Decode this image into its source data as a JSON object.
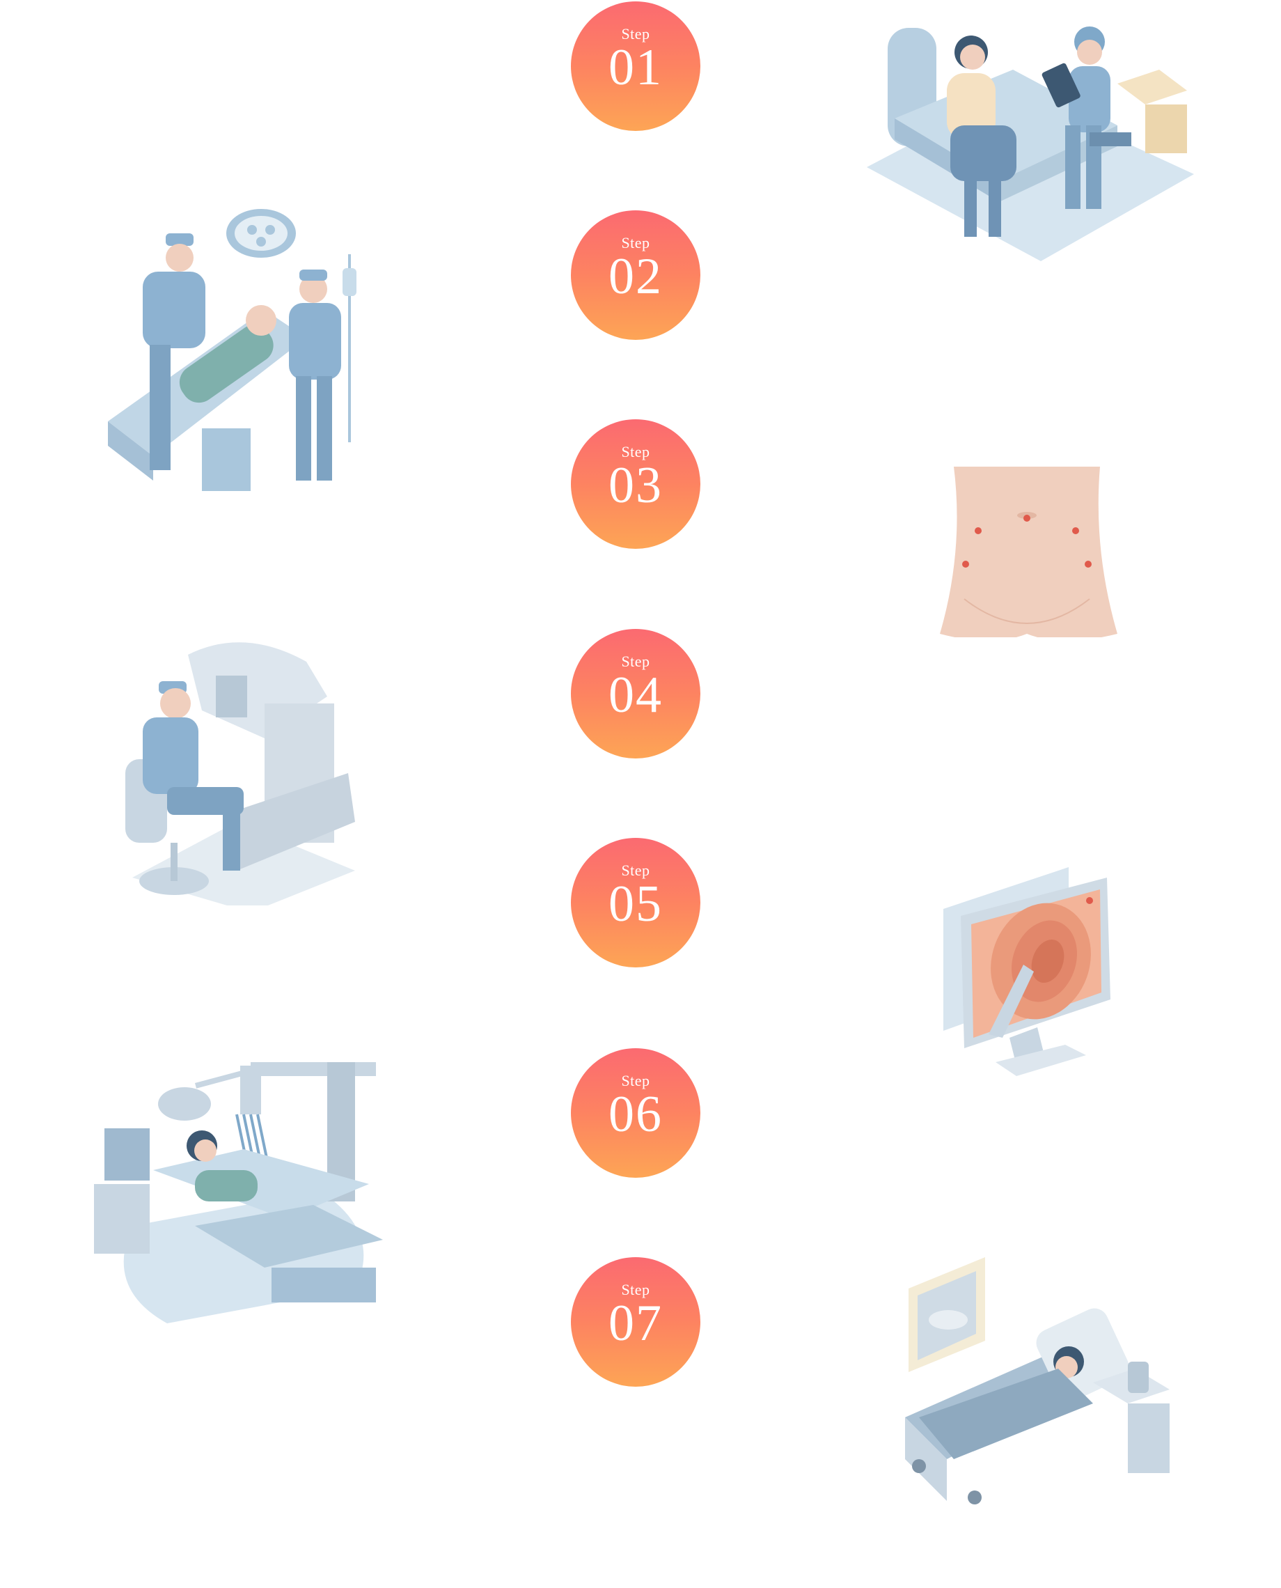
{
  "steps": [
    {
      "label": "Step",
      "number": "01"
    },
    {
      "label": "Step",
      "number": "02"
    },
    {
      "label": "Step",
      "number": "03"
    },
    {
      "label": "Step",
      "number": "04"
    },
    {
      "label": "Step",
      "number": "05"
    },
    {
      "label": "Step",
      "number": "06"
    },
    {
      "label": "Step",
      "number": "07"
    }
  ],
  "colors": {
    "step_gradient_top": "#fb6a71",
    "step_gradient_bottom": "#fda555",
    "illustration_blue": "#a9c6dc",
    "skin": "#f0cfbe"
  },
  "illustrations": [
    {
      "icon": "consultation-illustration"
    },
    {
      "icon": "anesthesia-illustration"
    },
    {
      "icon": "abdomen-incisions-illustration"
    },
    {
      "icon": "surgeon-console-illustration"
    },
    {
      "icon": "endoscope-monitor-illustration"
    },
    {
      "icon": "robotic-surgery-illustration"
    },
    {
      "icon": "recovery-bed-illustration"
    }
  ]
}
